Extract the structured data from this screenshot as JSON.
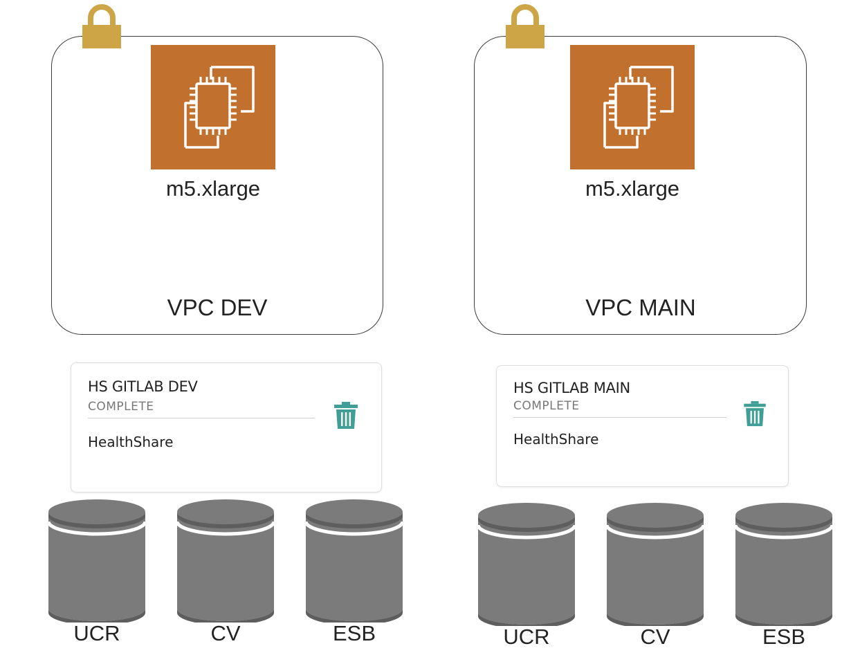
{
  "colors": {
    "lock": "#cda546",
    "ec2": "#c2702e",
    "trash": "#3f9f96",
    "db": "#7b7b7b"
  },
  "vpcs": [
    {
      "instance_type": "m5.xlarge",
      "name": "VPC DEV",
      "lock_icon": "padlock-icon",
      "instance_icon": "ec2-instance-icon"
    },
    {
      "instance_type": "m5.xlarge",
      "name": "VPC MAIN",
      "lock_icon": "padlock-icon",
      "instance_icon": "ec2-instance-icon"
    }
  ],
  "cards": [
    {
      "title": "HS GITLAB DEV",
      "status": "COMPLETE",
      "platform": "HealthShare",
      "action_icon": "trash-icon"
    },
    {
      "title": "HS GITLAB MAIN",
      "status": "COMPLETE",
      "platform": "HealthShare",
      "action_icon": "trash-icon"
    }
  ],
  "databases": [
    [
      {
        "label": "UCR",
        "icon": "database-icon"
      },
      {
        "label": "CV",
        "icon": "database-icon"
      },
      {
        "label": "ESB",
        "icon": "database-icon"
      }
    ],
    [
      {
        "label": "UCR",
        "icon": "database-icon"
      },
      {
        "label": "CV",
        "icon": "database-icon"
      },
      {
        "label": "ESB",
        "icon": "database-icon"
      }
    ]
  ]
}
